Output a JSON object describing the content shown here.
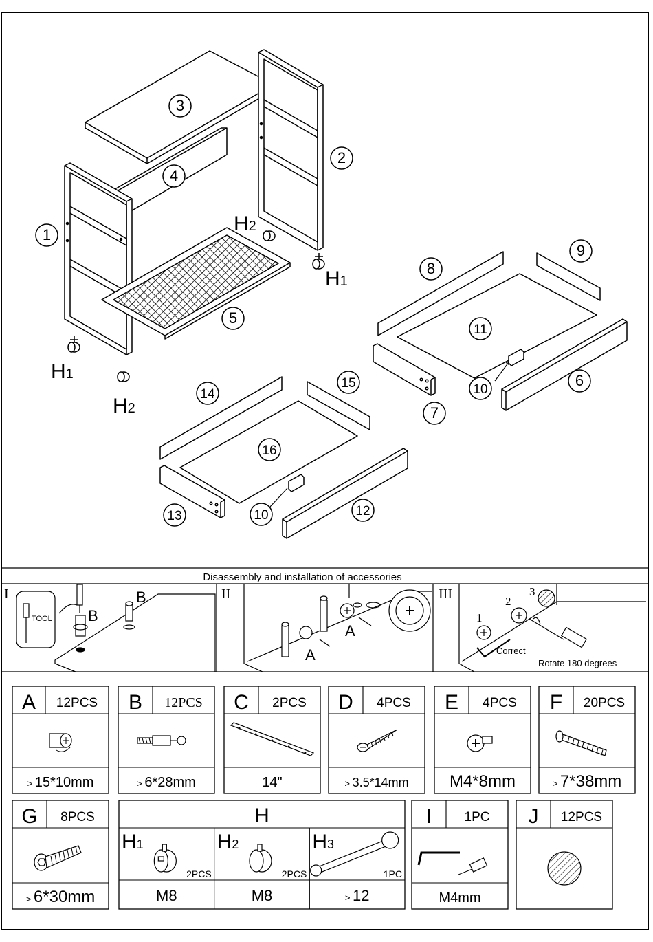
{
  "assembly": {
    "callouts": [
      {
        "id": "c1",
        "label": "1"
      },
      {
        "id": "c2",
        "label": "2"
      },
      {
        "id": "c3",
        "label": "3"
      },
      {
        "id": "c4",
        "label": "4"
      },
      {
        "id": "c5",
        "label": "5"
      },
      {
        "id": "c6",
        "label": "6"
      },
      {
        "id": "c7",
        "label": "7"
      },
      {
        "id": "c8",
        "label": "8"
      },
      {
        "id": "c9",
        "label": "9"
      },
      {
        "id": "c10a",
        "label": "10"
      },
      {
        "id": "c10b",
        "label": "10"
      },
      {
        "id": "c11",
        "label": "11"
      },
      {
        "id": "c12",
        "label": "12"
      },
      {
        "id": "c13",
        "label": "13"
      },
      {
        "id": "c14",
        "label": "14"
      },
      {
        "id": "c15",
        "label": "15"
      },
      {
        "id": "c16",
        "label": "16"
      }
    ],
    "casters": {
      "h": "H",
      "sub1": "1",
      "sub2": "2"
    }
  },
  "accessories": {
    "title": "Disassembly and installation of accessories",
    "step1": {
      "roman": "I",
      "tool": "TOOL",
      "b1": "B",
      "b2": "B"
    },
    "step2": {
      "roman": "II",
      "a1": "A",
      "a2": "A"
    },
    "step3": {
      "roman": "III",
      "n1": "1",
      "n2": "2",
      "n3": "3",
      "correct": "Correct",
      "rotate": "Rotate 180 degrees"
    }
  },
  "parts_row1": [
    {
      "letter": "A",
      "qty": "12PCS",
      "size": "15*10mm",
      "icon": "cam-lock-icon"
    },
    {
      "letter": "B",
      "qty": "12PCS",
      "size": "6*28mm",
      "icon": "cam-bolt-icon"
    },
    {
      "letter": "C",
      "qty": "2PCS",
      "size": "14\"",
      "icon": "connector-plate-icon"
    },
    {
      "letter": "D",
      "qty": "4PCS",
      "size": "3.5*14mm",
      "icon": "wood-screw-icon"
    },
    {
      "letter": "E",
      "qty": "4PCS",
      "size": "M4*8mm",
      "icon": "machine-screw-icon"
    },
    {
      "letter": "F",
      "qty": "20PCS",
      "size": "7*38mm",
      "icon": "dowel-screw-icon"
    }
  ],
  "part_g": {
    "letter": "G",
    "qty": "8PCS",
    "size": "6*30mm",
    "icon": "hex-bolt-icon"
  },
  "part_h": {
    "letter": "H",
    "items": [
      {
        "letter": "H",
        "sub": "1",
        "qty": "2PCS",
        "size": "M8",
        "icon": "caster-lock-icon"
      },
      {
        "letter": "H",
        "sub": "2",
        "qty": "2PCS",
        "size": "M8",
        "icon": "caster-icon"
      },
      {
        "letter": "H",
        "sub": "3",
        "qty": "1PC",
        "size": "12",
        "icon": "wrench-icon"
      }
    ]
  },
  "part_i": {
    "letter": "I",
    "qty": "1PC",
    "size": "M4mm",
    "icon": "allen-key-screwdriver-icon"
  },
  "part_j": {
    "letter": "J",
    "qty": "12PCS",
    "icon": "cover-cap-icon"
  }
}
